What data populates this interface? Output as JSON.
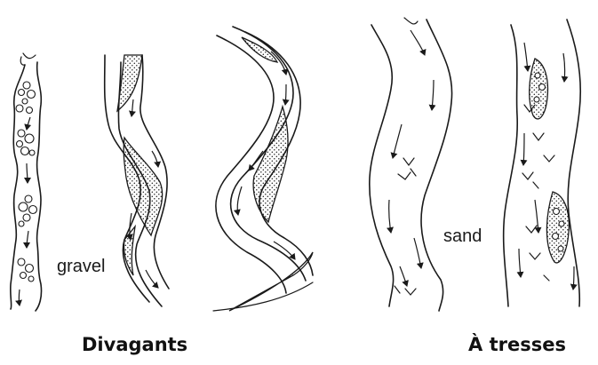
{
  "labels": {
    "gravel": "gravel",
    "sand": "sand"
  },
  "captions": {
    "left": "Divagants",
    "right": "À tresses"
  },
  "colors": {
    "ink": "#1a1a1a",
    "background": "#ffffff"
  }
}
